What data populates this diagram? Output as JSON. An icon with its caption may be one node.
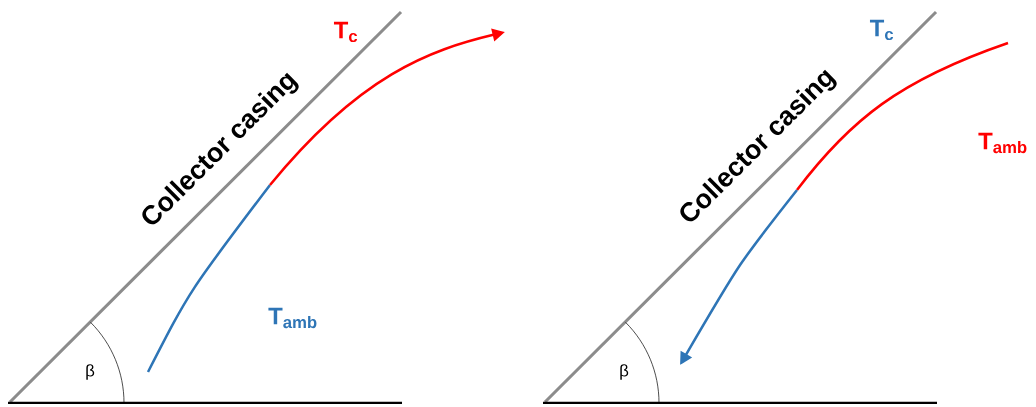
{
  "diagram": {
    "labels": [
      "T$_{c}$",
      "Collector casing",
      "T$_{amb}$",
      "β",
      "T$_{c}$",
      "Collector casing",
      "T$_{amb}$",
      "β"
    ]
  }
}
